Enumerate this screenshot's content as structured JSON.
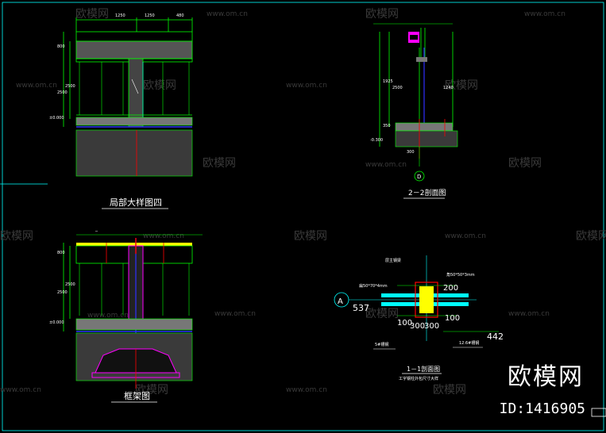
{
  "watermarks": {
    "brand": "欧模网",
    "url": "www.om.cn"
  },
  "overlay": {
    "brand": "欧模网",
    "id_label": "ID:1416905"
  },
  "titles": {
    "detail4": "局部大样图四",
    "frame": "框架图",
    "section22": "2－2剖面图",
    "section11": "1－1剖面图"
  },
  "detail4_dims": {
    "top": [
      "1250",
      "1250",
      "480"
    ],
    "left": [
      "800",
      "2500",
      "2500",
      "±0.000"
    ]
  },
  "frame_dims": {
    "left": [
      "800",
      "2500",
      "2500",
      "±0.000"
    ]
  },
  "section22": {
    "axis": "D",
    "level": "-0.300",
    "dims": [
      "1925",
      "2500",
      "1240",
      "350",
      "300"
    ]
  },
  "section11": {
    "axis": "A",
    "dims_vertical": [
      "537",
      "100"
    ],
    "dims_bottom": [
      "300",
      "300"
    ],
    "dim_right": "442",
    "dim_center_vertical": [
      "200",
      "100"
    ],
    "labels": {
      "top_left": "扁50*70*4mm",
      "top_right": "角50*50*3mm",
      "bottom_left": "5#槽钢",
      "bottom_right": "12.6#槽钢",
      "top_center": "层主钢梁",
      "note": "工字钢柱外包尺寸大样"
    }
  },
  "colors": {
    "green": "#00ff00",
    "cyan": "#00ffff",
    "yellow": "#ffff00",
    "magenta": "#ff00ff",
    "red": "#ff0000",
    "blue": "#3030ff",
    "white": "#ffffff"
  }
}
